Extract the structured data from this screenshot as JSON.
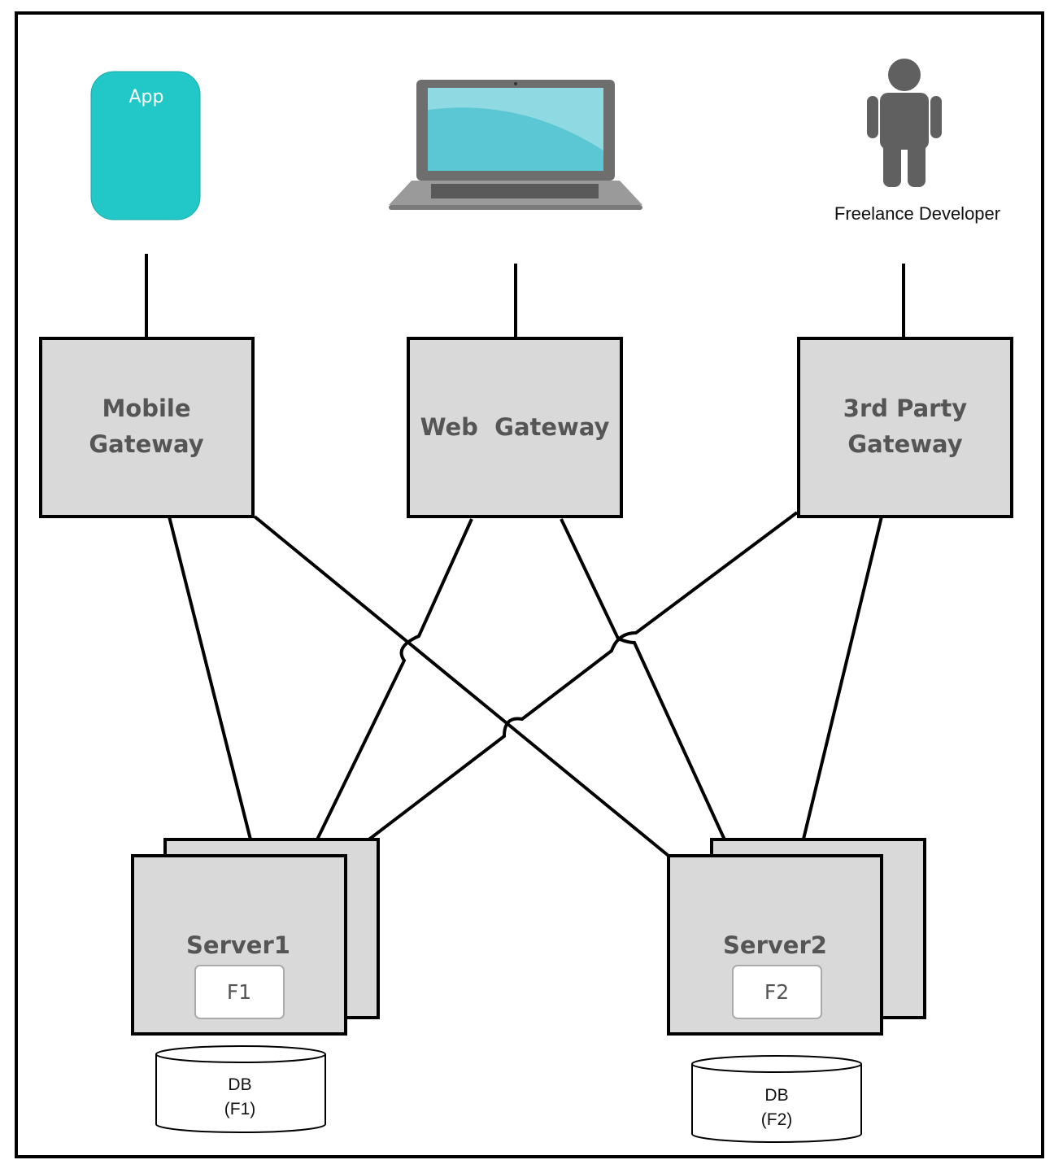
{
  "icons": {
    "app": {
      "label": "App",
      "icon": "mobile-app-icon",
      "color": "#22c8c8"
    },
    "laptop": {
      "icon": "laptop-icon",
      "screen_color": "#5bc6d4"
    },
    "person": {
      "label": "Freelance Developer",
      "icon": "person-icon",
      "color": "#606060"
    }
  },
  "gateways": {
    "mobile": {
      "line1": "Mobile",
      "line2": "Gateway"
    },
    "web": {
      "label": "Web  Gateway"
    },
    "third_party": {
      "line1": "3rd Party",
      "line2": "Gateway"
    }
  },
  "servers": {
    "server1": {
      "label": "Server1",
      "module": "F1",
      "db_line1": "DB",
      "db_line2": "(F1)"
    },
    "server2": {
      "label": "Server2",
      "module": "F2",
      "db_line1": "DB",
      "db_line2": "(F2)"
    }
  },
  "colors": {
    "box_fill": "#d9d9d9",
    "stroke": "#000000"
  }
}
